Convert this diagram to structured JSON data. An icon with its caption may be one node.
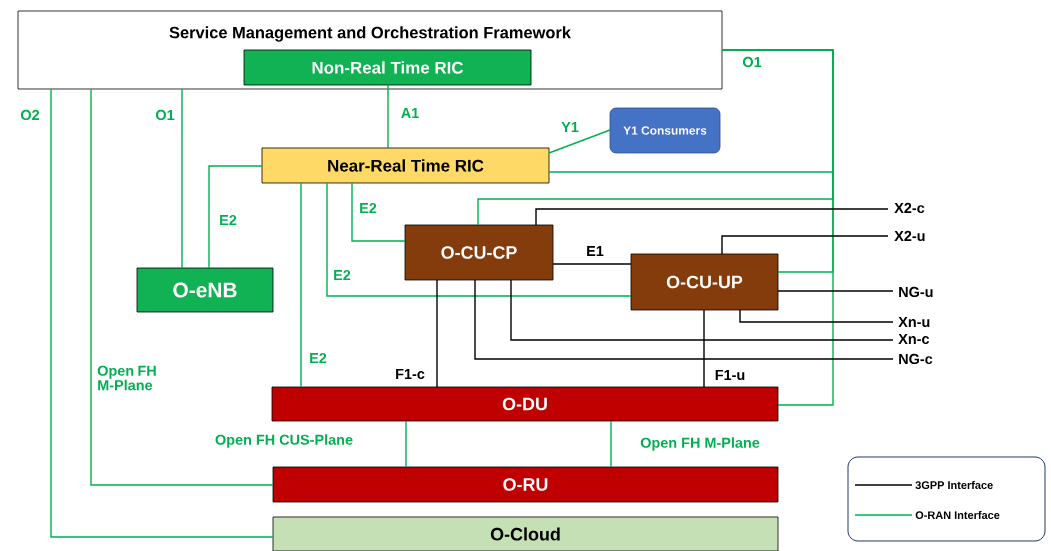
{
  "diagram": {
    "nodes": [
      {
        "text": [
          "Service Management and Orchestration Framework"
        ]
      },
      {
        "text": [
          "Non-Real Time RIC"
        ],
        "in": 0
      },
      {
        "text": [
          "Near-Real Time RIC"
        ]
      },
      {
        "text": [
          "Y1 Consumers"
        ]
      },
      {
        "text": [
          "O-eNB"
        ]
      },
      {
        "text": [
          "O-CU-CP"
        ]
      },
      {
        "text": [
          "O-CU-UP"
        ]
      },
      {
        "text": [
          "O-DU"
        ]
      },
      {
        "text": [
          "O-RU"
        ]
      },
      {
        "text": [
          "O-Cloud"
        ]
      }
    ],
    "edges": [
      {
        "from": 1,
        "to": 2,
        "arrow": "none",
        "label": "A1"
      },
      {
        "from": 2,
        "to": 3,
        "arrow": "none",
        "label": "Y1"
      },
      {
        "from": 0,
        "to": 4,
        "arrow": "none",
        "label": "O1"
      },
      {
        "from": 0,
        "to": 2,
        "arrow": "none",
        "label": "O1"
      },
      {
        "from": 0,
        "to": 5,
        "arrow": "none"
      },
      {
        "from": 0,
        "to": 6,
        "arrow": "none"
      },
      {
        "from": 0,
        "to": 7,
        "arrow": "none"
      },
      {
        "from": 0,
        "to": 9,
        "arrow": "none",
        "label": "O2"
      },
      {
        "from": 0,
        "to": 8,
        "arrow": "none",
        "label": "Open FH M-Plane"
      },
      {
        "from": 2,
        "to": 4,
        "arrow": "none",
        "label": "E2"
      },
      {
        "from": 2,
        "to": 5,
        "arrow": "none",
        "label": "E2"
      },
      {
        "from": 2,
        "to": 6,
        "arrow": "none",
        "label": "E2"
      },
      {
        "from": 2,
        "to": 7,
        "arrow": "none",
        "label": "E2"
      },
      {
        "from": 7,
        "to": 8,
        "arrow": "none",
        "label": "Open FH CUS-Plane"
      },
      {
        "from": 7,
        "to": 8,
        "arrow": "none",
        "label": "Open FH M-Plane"
      },
      {
        "from": 5,
        "to": 6,
        "arrow": "none",
        "label": "E1",
        "color": "#000000"
      },
      {
        "from": 5,
        "to": 7,
        "arrow": "none",
        "label": "F1-c",
        "color": "#000000"
      },
      {
        "from": 6,
        "to": 7,
        "arrow": "none",
        "label": "F1-u",
        "color": "#000000"
      },
      {
        "from": 5,
        "to": null,
        "arrow": "none",
        "label": "X2-c",
        "color": "#000000"
      },
      {
        "from": 6,
        "to": null,
        "arrow": "none",
        "label": "X2-u",
        "color": "#000000"
      },
      {
        "from": 6,
        "to": null,
        "arrow": "none",
        "label": "NG-u",
        "color": "#000000"
      },
      {
        "from": 6,
        "to": null,
        "arrow": "none",
        "label": "Xn-u",
        "color": "#000000"
      },
      {
        "from": 5,
        "to": null,
        "arrow": "none",
        "label": "Xn-c",
        "color": "#000000"
      },
      {
        "from": 5,
        "to": null,
        "arrow": "none",
        "label": "NG-c",
        "color": "#000000"
      }
    ],
    "legend": [
      {
        "text": "3GPP Interface"
      },
      {
        "text": "O-RAN Interface"
      }
    ]
  }
}
